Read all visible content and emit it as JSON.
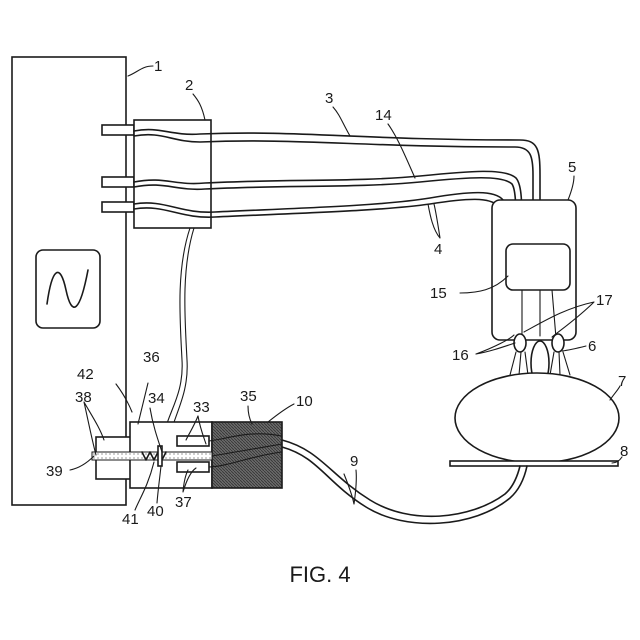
{
  "caption": "FIG. 4",
  "labels": {
    "l1": "1",
    "l2": "2",
    "l3": "3",
    "l14": "14",
    "l5": "5",
    "l4": "4",
    "l15": "15",
    "l16": "16",
    "l17": "17",
    "l6": "6",
    "l7": "7",
    "l8": "8",
    "l9": "9",
    "l10": "10",
    "l35": "35",
    "l36": "36",
    "l42": "42",
    "l34": "34",
    "l33": "33",
    "l38": "38",
    "l39": "39",
    "l41": "41",
    "l40": "40",
    "l37": "37"
  },
  "display_icon": "sine-wave-icon"
}
